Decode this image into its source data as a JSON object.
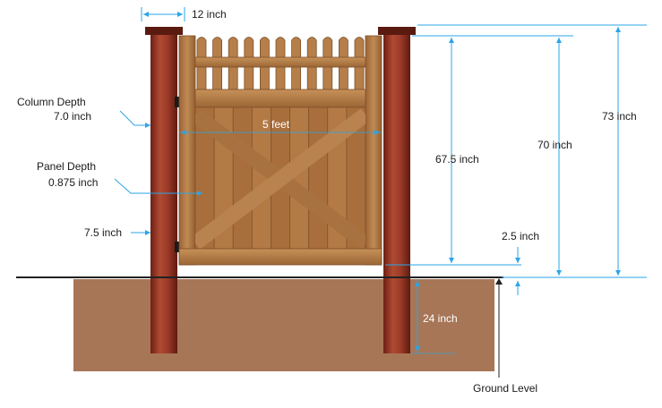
{
  "labels": {
    "column_width": "12 inch",
    "column_depth_line1": "Column Depth",
    "column_depth_line2": "7.0 inch",
    "panel_width": "5 feet",
    "panel_depth_line1": "Panel Depth",
    "panel_depth_line2": "0.875 inch",
    "bottom_clearance_left": "7.5 inch",
    "panel_height": "67.5 inch",
    "gate_height": "70 inch",
    "column_height": "73 inch",
    "bottom_gap": "2.5 inch",
    "burial_depth": "24 inch",
    "ground_level": "Ground Level"
  },
  "colors": {
    "dimension_line": "#2aa6e8",
    "leader_line": "#2aa6e8",
    "post_dark": "#7a2418",
    "post_mid": "#a5402c",
    "post_cap": "#5a1a10",
    "wood_light": "#c38b54",
    "wood_mid": "#a86e3c",
    "wood_dark": "#7d4f2a",
    "soil": "#a77657",
    "ground_line": "#222222"
  }
}
